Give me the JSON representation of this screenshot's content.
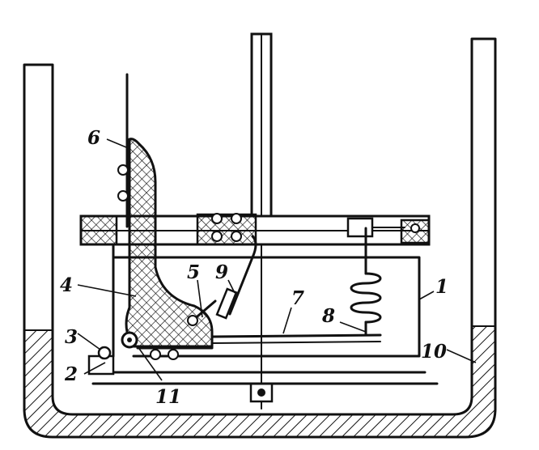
{
  "diagram": {
    "labels": {
      "l1": "1",
      "l2": "2",
      "l3": "3",
      "l4": "4",
      "l5": "5",
      "l6": "6",
      "l7": "7",
      "l8": "8",
      "l9": "9",
      "l10": "10",
      "l11": "11"
    },
    "colors": {
      "ink": "#111111",
      "paper": "#ffffff"
    }
  }
}
